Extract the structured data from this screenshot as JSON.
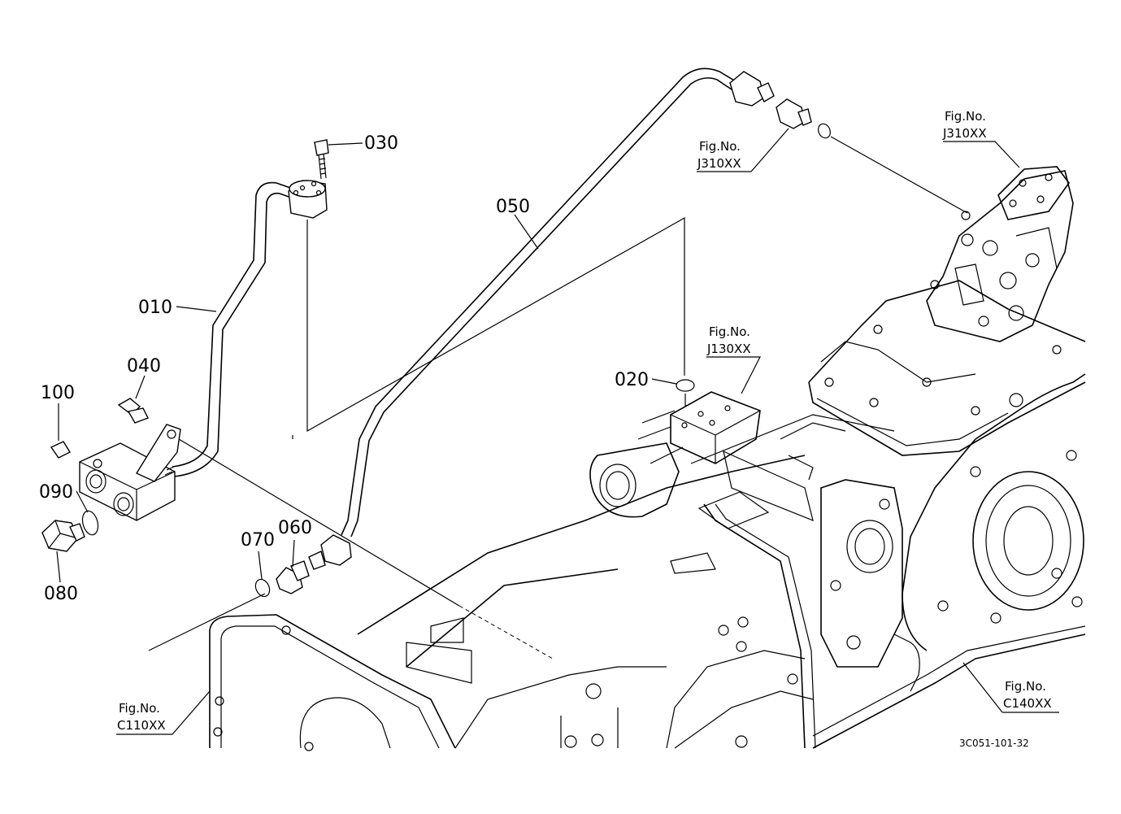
{
  "diagram": {
    "part_labels": [
      "010",
      "020",
      "030",
      "040",
      "050",
      "060",
      "070",
      "080",
      "090",
      "100"
    ],
    "fig_refs": {
      "j310_a": {
        "line1": "Fig.No.",
        "line2": "J310XX"
      },
      "j310_b": {
        "line1": "Fig.No.",
        "line2": "J310XX"
      },
      "j130": {
        "line1": "Fig.No.",
        "line2": "J130XX"
      },
      "c110": {
        "line1": "Fig.No.",
        "line2": "C110XX"
      },
      "c140": {
        "line1": "Fig.No.",
        "line2": "C140XX"
      }
    },
    "drawing_code": "3C051-101-32"
  }
}
